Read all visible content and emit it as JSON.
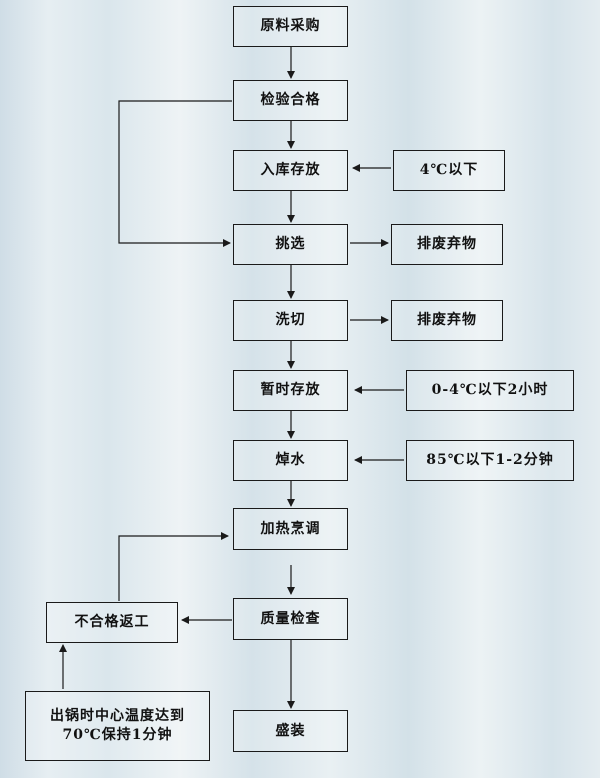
{
  "steps": {
    "purchase": "原料采购",
    "inspect": "检验合格",
    "storage": "入库存放",
    "sort": "挑选",
    "wash_cut": "洗切",
    "temp_storage": "暂时存放",
    "blanch": "焯水",
    "cook": "加热烹调",
    "quality_check": "质量检查",
    "plating": "盛装"
  },
  "side": {
    "storage_temp": "4℃以下",
    "discard_1": "排废弃物",
    "discard_2": "排废弃物",
    "temp_storage_cond": "0-4℃以下2小时",
    "blanch_cond": "85℃以下1-2分钟",
    "rework": "不合格返工",
    "core_temp_line1": "出锅时中心温度达到",
    "core_temp_line2": "70℃保持1分钟"
  }
}
